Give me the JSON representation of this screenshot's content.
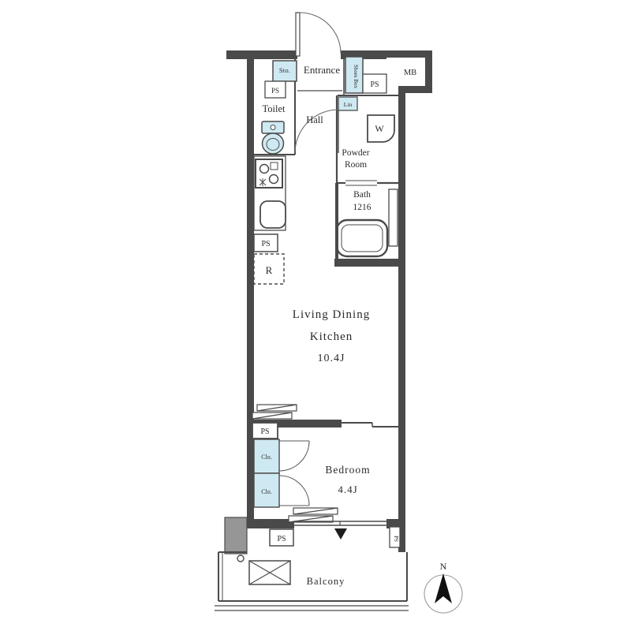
{
  "plan": {
    "type": "apartment-floor-plan",
    "orientation": "north-up"
  },
  "colors": {
    "wall": "#4a4a4a",
    "water_fixture_fill": "#cfe9f2",
    "gray_block": "#969696",
    "text": "#2b2b2b",
    "background": "#ffffff"
  },
  "labels": {
    "sto": "Sto.",
    "entrance": "Entrance",
    "shoes_box": "Shoes Box",
    "ps": "PS",
    "mb": "MB",
    "toilet": "Toilet",
    "hall": "Hall",
    "lin": "Lin",
    "washer": "W",
    "powder_room_1": "Powder",
    "powder_room_2": "Room",
    "bath_1": "Bath",
    "bath_2": "1216",
    "ldk_1": "Living Dining",
    "ldk_2": "Kitchen",
    "ldk_size": "10.4J",
    "fridge": "R",
    "bedroom": "Bedroom",
    "bedroom_size": "4.4J",
    "closet": "Clo.",
    "balcony": "Balcony",
    "north": "N"
  }
}
